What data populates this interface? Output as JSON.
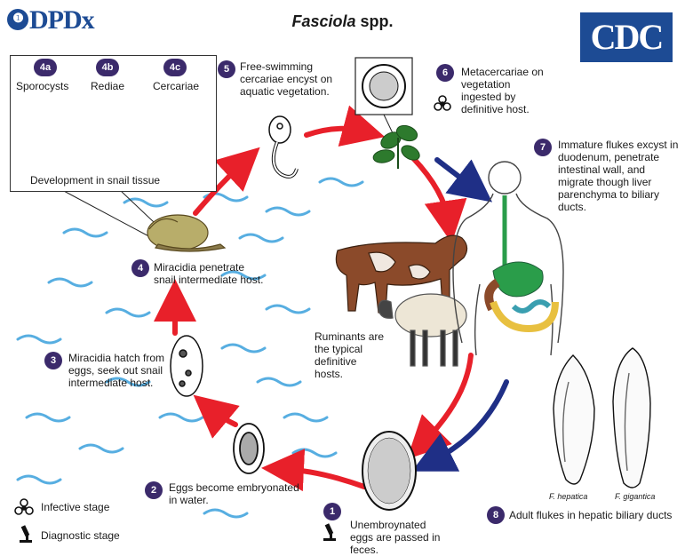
{
  "header": {
    "logo_text": "DPDx",
    "title_italic": "Fasciola",
    "title_rest": " spp.",
    "cdc_logo_text": "CDC"
  },
  "stages": {
    "s1": {
      "num": "1",
      "text": "Unembroynated eggs are passed in feces."
    },
    "s2": {
      "num": "2",
      "text": "Eggs become embryonated in water."
    },
    "s3": {
      "num": "3",
      "text": "Miracidia hatch from eggs, seek out snail intermediate host."
    },
    "s4": {
      "num": "4",
      "text": "Miracidia penetrate snail intermediate host."
    },
    "s4a": {
      "num": "4a",
      "text": "Sporocysts"
    },
    "s4b": {
      "num": "4b",
      "text": "Rediae"
    },
    "s4c": {
      "num": "4c",
      "text": "Cercariae"
    },
    "s4_caption": "Development in snail tissue",
    "s5": {
      "num": "5",
      "text": "Free-swimming cercariae encyst on aquatic vegetation."
    },
    "s6": {
      "num": "6",
      "text": "Metacercariae on vegetation ingested by definitive host."
    },
    "s7": {
      "num": "7",
      "text": "Immature flukes excyst in duodenum, penetrate intestinal wall, and migrate though liver parenchyma to biliary ducts."
    },
    "s8": {
      "num": "8",
      "text": "Adult flukes in hepatic biliary ducts"
    }
  },
  "ruminants_text": "Ruminants are the typical definitive hosts.",
  "fluke_labels": {
    "hepatica": "F. hepatica",
    "gigantica": "F. gigantica"
  },
  "legend": {
    "infective": "Infective stage",
    "diagnostic": "Diagnostic stage"
  },
  "colors": {
    "step_circle": "#3b2a6b",
    "red_arrow": "#e8202a",
    "blue_arrow": "#1f2f86",
    "water": "#3aa0dc",
    "cdc_blue": "#1d4b94"
  },
  "icons": [
    "biohazard-icon",
    "microscope-icon"
  ]
}
